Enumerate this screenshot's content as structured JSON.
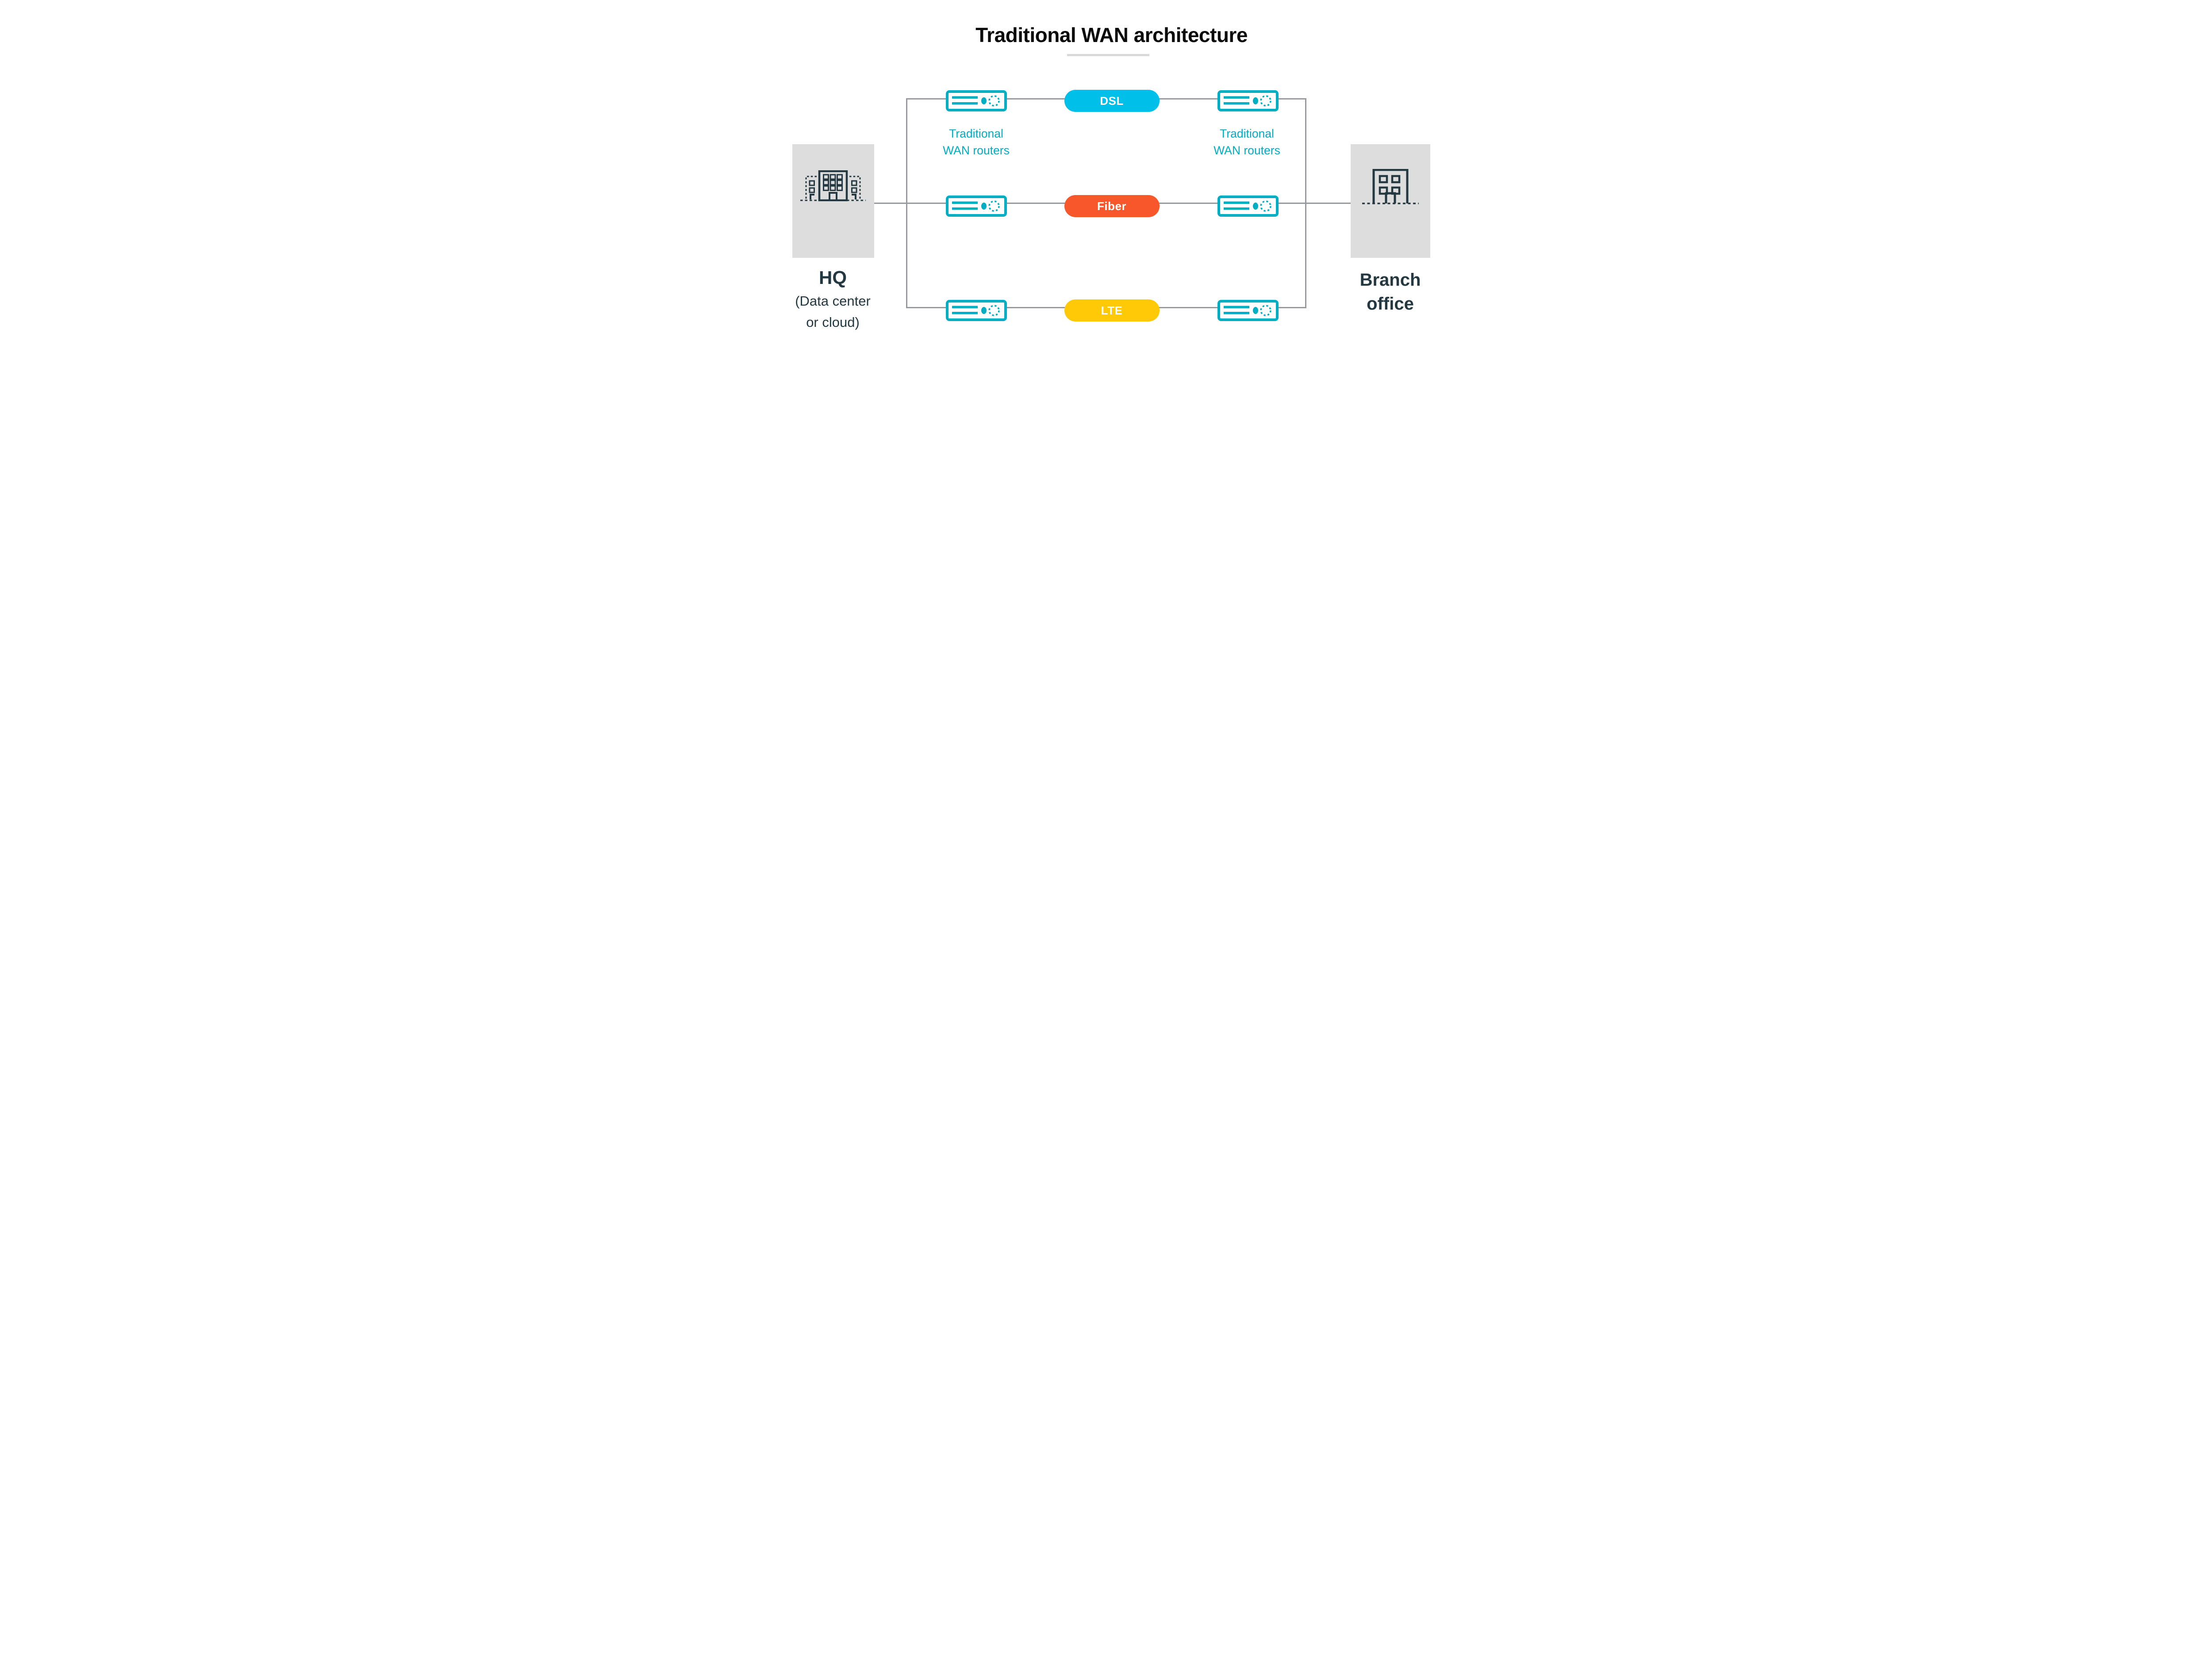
{
  "title": {
    "text": "Traditional WAN architecture"
  },
  "nodes": {
    "hq": {
      "title": "HQ",
      "subtitle": "(Data center\nor cloud)"
    },
    "branch": {
      "title": "Branch\noffice"
    }
  },
  "router_groups": {
    "left": {
      "label": "Traditional\nWAN routers"
    },
    "right": {
      "label": "Traditional\nWAN routers"
    }
  },
  "links": [
    {
      "id": "dsl",
      "label": "DSL",
      "color": "#00BFE8"
    },
    {
      "id": "fiber",
      "label": "Fiber",
      "color": "#F7572B"
    },
    {
      "id": "lte",
      "label": "LTE",
      "color": "#FFC907"
    }
  ],
  "icons": {
    "hq": "hq-building-icon",
    "branch": "branch-building-icon",
    "router": "wan-router-icon"
  },
  "colors": {
    "router_cyan": "#00AEC3",
    "dsl_cyan": "#00BFE8",
    "fiber_orange": "#F7572B",
    "lte_yellow": "#FFC907",
    "navy": "#233840",
    "line_gray": "#97999E",
    "box_gray": "#DDDDDD",
    "rule_gray": "#D9D9D9",
    "title_black": "#0B0B0B"
  }
}
